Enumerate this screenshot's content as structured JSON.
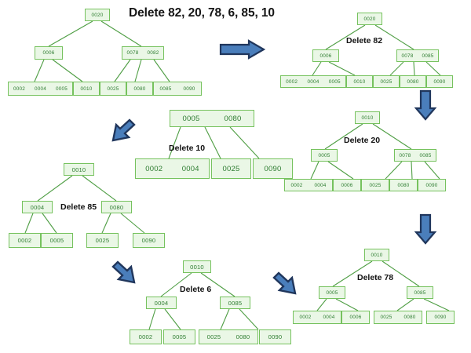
{
  "title": "Delete 82, 20, 78, 6, 85, 10",
  "colors": {
    "node_fill": "#eaf7e6",
    "node_border": "#76c25e",
    "node_text": "#2f7d32",
    "link": "#4f9e44",
    "arrow_fill": "#4a7ebb",
    "arrow_stroke": "#20365c",
    "background": "#ffffff",
    "title_text": "#151515"
  },
  "steps": [
    {
      "id": "initial",
      "caption": "",
      "root": [
        "0020"
      ],
      "internal": [
        [
          "0006"
        ],
        [
          "0078",
          "0082"
        ]
      ],
      "leaves": [
        [
          "0002",
          "0004",
          "0005"
        ],
        [
          "0010"
        ],
        [
          "0025"
        ],
        [
          "0080"
        ],
        [
          "0085",
          "0090"
        ]
      ]
    },
    {
      "id": "delete-82",
      "caption": "Delete 82",
      "root": [
        "0020"
      ],
      "internal": [
        [
          "0006"
        ],
        [
          "0078",
          "0085"
        ]
      ],
      "leaves": [
        [
          "0002",
          "0004",
          "0005"
        ],
        [
          "0010"
        ],
        [
          "0025"
        ],
        [
          "0080"
        ],
        [
          "0090"
        ]
      ]
    },
    {
      "id": "delete-20",
      "caption": "Delete 20",
      "root": [
        "0010"
      ],
      "internal": [
        [
          "0005"
        ],
        [
          "0078",
          "0085"
        ]
      ],
      "leaves": [
        [
          "0002",
          "0004"
        ],
        [
          "0006"
        ],
        [
          "0025"
        ],
        [
          "0080"
        ],
        [
          "0090"
        ]
      ]
    },
    {
      "id": "delete-78",
      "caption": "Delete 78",
      "root": [
        "0010"
      ],
      "internal": [
        [
          "0005"
        ],
        [
          "0085"
        ]
      ],
      "leaves": [
        [
          "0002",
          "0004"
        ],
        [
          "0006"
        ],
        [
          "0025",
          "0080"
        ],
        [
          "0090"
        ]
      ]
    },
    {
      "id": "delete-6",
      "caption": "Delete 6",
      "root": [
        "0010"
      ],
      "internal": [
        [
          "0004"
        ],
        [
          "0085"
        ]
      ],
      "leaves": [
        [
          "0002"
        ],
        [
          "0005"
        ],
        [
          "0025",
          "0080"
        ],
        [
          "0090"
        ]
      ]
    },
    {
      "id": "delete-85",
      "caption": "Delete 85",
      "root": [
        "0010"
      ],
      "internal": [
        [
          "0004"
        ],
        [
          "0080"
        ]
      ],
      "leaves": [
        [
          "0002"
        ],
        [
          "0005"
        ],
        [
          "0025"
        ],
        [
          "0090"
        ]
      ]
    },
    {
      "id": "delete-10",
      "caption": "Delete 10",
      "root": [
        "0005",
        "0080"
      ],
      "internal": [],
      "leaves": [
        [
          "0002",
          "0004"
        ],
        [
          "0025"
        ],
        [
          "0090"
        ]
      ]
    }
  ],
  "arrows": [
    {
      "name": "arrow-initial-to-delete-82",
      "direction": "right"
    },
    {
      "name": "arrow-delete-82-to-delete-20",
      "direction": "down"
    },
    {
      "name": "arrow-delete-20-to-delete-78",
      "direction": "down"
    },
    {
      "name": "arrow-delete-78-to-delete-6",
      "direction": "left"
    },
    {
      "name": "arrow-delete-6-to-delete-85",
      "direction": "up-left"
    },
    {
      "name": "arrow-delete-85-to-delete-10",
      "direction": "up-right"
    }
  ]
}
